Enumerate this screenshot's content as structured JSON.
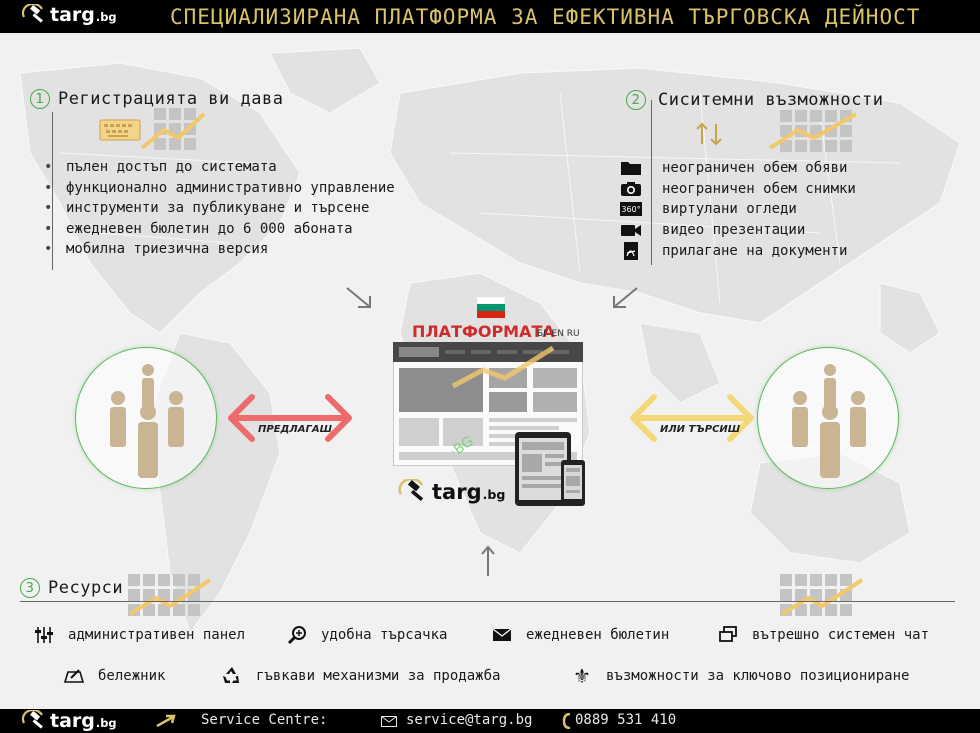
{
  "header": {
    "logo_text": "targ",
    "logo_suffix": ".bg",
    "headline": "СПЕЦИАЛИЗИРАНА ПЛАТФОРМА ЗА ЕФЕКТИВНА ТЪРГОВСКА ДЕЙНОСТ"
  },
  "section1": {
    "number": "1",
    "title": "Регистрацията ви дава",
    "bullets": [
      "пълен достъп до системата",
      "функционално административно управление",
      "инструменти за публикуване и търсене",
      "ежедневен бюлетин до 6 000 абоната",
      "мобилна триезична версия"
    ]
  },
  "section2": {
    "number": "2",
    "title": "Сиситемни възможности",
    "features": [
      {
        "icon": "folder-icon",
        "label": "неограничен обем обяви"
      },
      {
        "icon": "camera-icon",
        "label": "неограничен обем снимки"
      },
      {
        "icon": "360-icon",
        "label": "виртулани огледи",
        "icon_text": "360°"
      },
      {
        "icon": "video-camera-icon",
        "label": "видео презентации"
      },
      {
        "icon": "pdf-document-icon",
        "label": "прилагане на документи"
      }
    ]
  },
  "center": {
    "platform_label": "ПЛАТФОРМАТА",
    "languages": "БГ EN RU",
    "offer_label": "ПРЕДЛАГАШ",
    "search_label": "ИЛИ ТЪРСИШ",
    "logo_text": "targ",
    "logo_suffix": ".bg"
  },
  "section3": {
    "number": "3",
    "title": "Ресурси",
    "items_row1": [
      {
        "icon": "sliders-icon",
        "label": "административен панел"
      },
      {
        "icon": "zoom-search-icon",
        "label": "удобна търсачка"
      },
      {
        "icon": "envelope-icon",
        "label": "ежедневен бюлетин"
      },
      {
        "icon": "chat-windows-icon",
        "label": "вътрешно системен чат"
      }
    ],
    "items_row2": [
      {
        "icon": "notepad-icon",
        "label": "бележник"
      },
      {
        "icon": "recycle-icon",
        "label": "гъвкави механизми за продажба"
      },
      {
        "icon": "fleur-de-lis-icon",
        "label": "възможности за ключово позициониране"
      }
    ]
  },
  "footer": {
    "logo_text": "targ",
    "logo_suffix": ".bg",
    "service_label": "Service Centre:",
    "email": "service@targ.bg",
    "phone": "0889 531 410"
  },
  "colors": {
    "header_bg": "#000000",
    "headline": "#d9c36a",
    "circle_border": "#5cb85c",
    "red_arrow": "#ec6b6b",
    "yellow_arrow": "#f2d879",
    "platform_red": "#d12a2a"
  }
}
